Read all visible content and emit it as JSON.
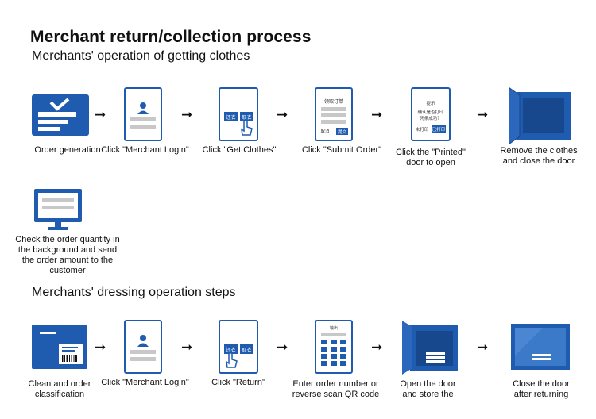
{
  "title": "Merchant return/collection process",
  "section1": {
    "heading": "Merchants' operation of getting clothes",
    "steps": [
      {
        "caption": "Order generation"
      },
      {
        "caption": "Click \"Merchant Login\""
      },
      {
        "caption": "Click \"Get Clothes\"",
        "btn_a": "还衣",
        "btn_b": "取衣"
      },
      {
        "caption": "Click \"Submit Order\"",
        "header": "领取订单",
        "cancel": "取消",
        "submit": "提交"
      },
      {
        "caption_line1": "Click the \"Printed\"",
        "caption_line2": "door to open",
        "header": "提示",
        "q1": "确认是否打印",
        "q2": "凭条成功？",
        "not_printed": "未打印",
        "printed": "已打印"
      },
      {
        "caption_line1": "Remove the clothes",
        "caption_line2": "and close the door"
      }
    ],
    "extra": {
      "lines": [
        "Check the order quantity in",
        "the background and send",
        "the order amount to the",
        "customer"
      ]
    }
  },
  "section2": {
    "heading": "Merchants' dressing operation steps",
    "steps": [
      {
        "caption_line1": "Clean and order",
        "caption_line2": "classification"
      },
      {
        "caption": "Click \"Merchant Login\""
      },
      {
        "caption": "Click \"Return\"",
        "btn_a": "还衣",
        "btn_b": "取衣"
      },
      {
        "caption_line1": "Enter order number or",
        "caption_line2": "reverse scan QR code",
        "header": "输出"
      },
      {
        "caption_line1": "Open the door",
        "caption_line2": "and store the"
      },
      {
        "caption_line1": "Close the door",
        "caption_line2": "after returning"
      }
    ]
  },
  "colors": {
    "blue": "#1f5cb0",
    "dark_blue": "#17478c",
    "grey": "#c8c8c8"
  }
}
